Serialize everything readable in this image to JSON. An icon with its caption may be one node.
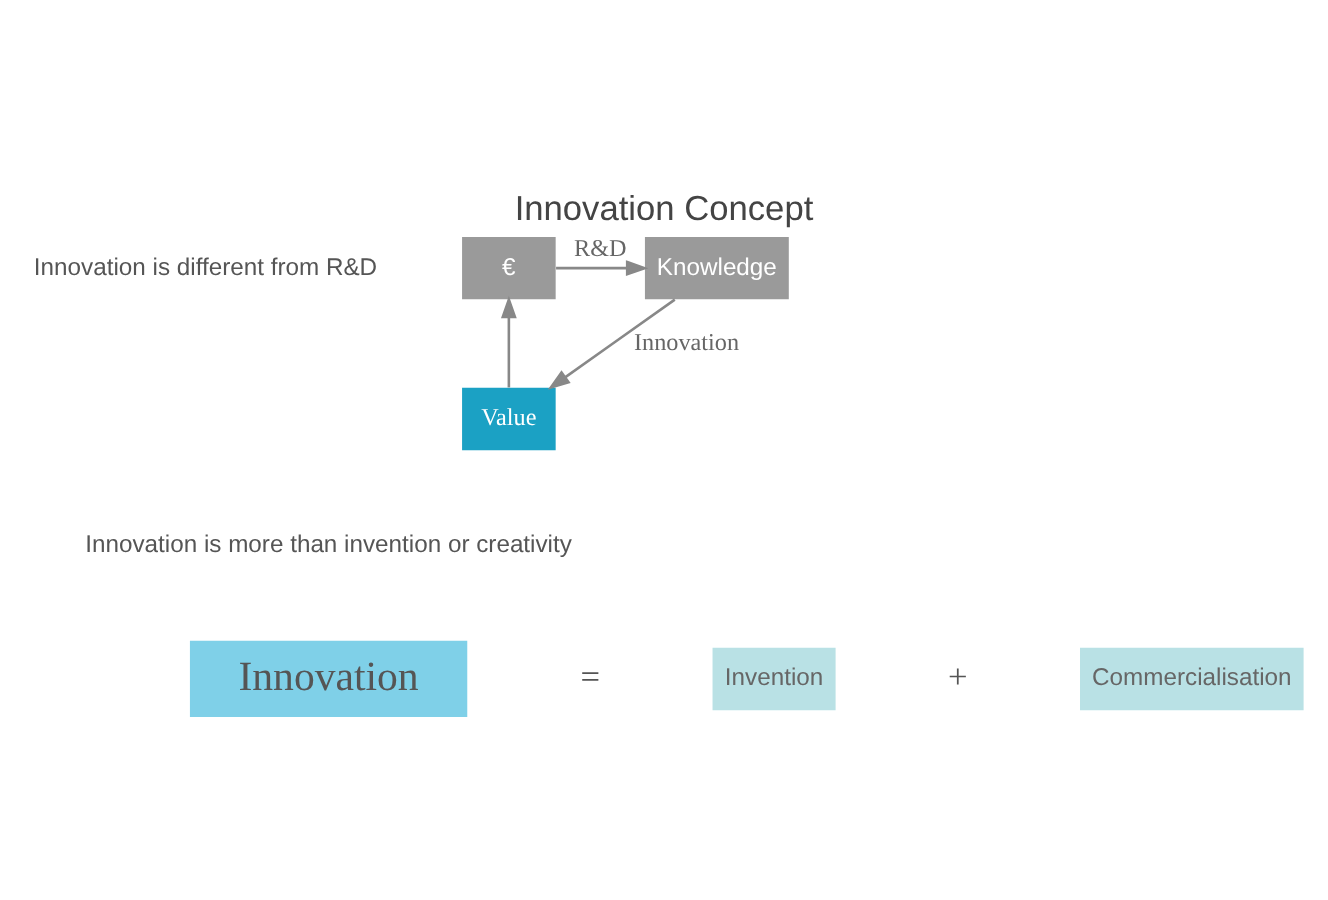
{
  "diagram": {
    "title": "Innovation Concept",
    "nodes": [
      {
        "text": [
          "€"
        ]
      },
      {
        "text": [
          "Knowledge"
        ]
      },
      {
        "text": [
          "Value"
        ]
      },
      {
        "text": [
          "Innovation"
        ]
      },
      {
        "text": [
          "Invention"
        ]
      },
      {
        "text": [
          "Commercialisation"
        ]
      }
    ],
    "edges": [
      {
        "from": 0,
        "to": 1,
        "arrow": "to",
        "label": "R&D"
      },
      {
        "from": 1,
        "to": 2,
        "arrow": "to",
        "label": "Innovation"
      },
      {
        "from": 2,
        "to": 0,
        "arrow": "to"
      }
    ],
    "labels": [
      "Innovation is different from R&D",
      "Innovation is more than invention or creativity",
      "=",
      "+"
    ]
  }
}
